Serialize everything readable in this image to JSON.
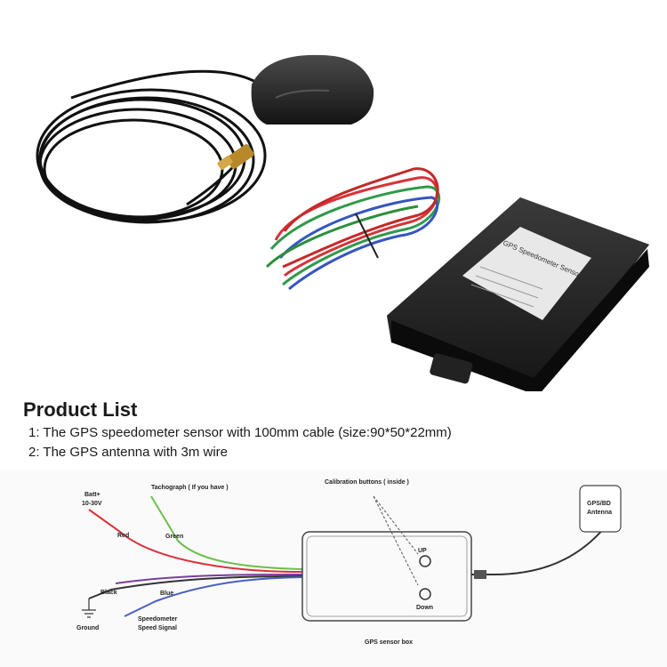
{
  "product_list": {
    "title": "Product List",
    "items": [
      "1: The GPS speedometer sensor with 100mm cable (size:90*50*22mm)",
      "2: The GPS antenna with 3m wire"
    ]
  },
  "device_label": {
    "line1": "GPS Speedometer Sensor"
  },
  "wiring_diagram": {
    "batt_label": "Batt+",
    "voltage_label": "10-30V",
    "tachograph_label": "Tachograph ( If you have )",
    "calibration_label": "Calibration buttons ( inside )",
    "antenna_label_1": "GPS/BD",
    "antenna_label_2": "Antenna",
    "red_label": "Red",
    "green_label": "Green",
    "black_label": "Black",
    "blue_label": "Blue",
    "ground_label": "Ground",
    "speed_label_1": "Speedometer",
    "speed_label_2": "Speed Signal",
    "up_label": "UP",
    "down_label": "Down",
    "box_label": "GPS sensor box"
  },
  "colors": {
    "red_wire": "#d9323a",
    "green_wire": "#6cc04a",
    "black_wire": "#333333",
    "blue_wire": "#4a5fc1",
    "purple_wire": "#7a3fa0",
    "box_body": "#1d1d1d"
  }
}
